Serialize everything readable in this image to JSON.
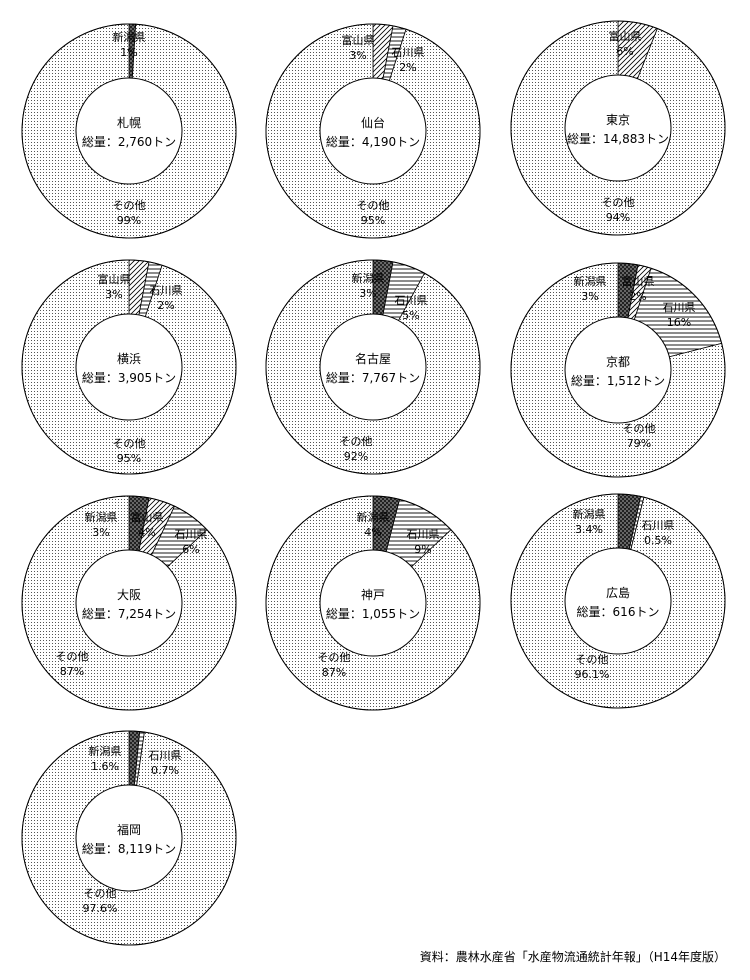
{
  "source_note": "資料：農林水産省「水産物流通統計年報」（H14年度版）",
  "chart_data": [
    {
      "type": "pie",
      "title": "札幌",
      "total": "総量：2,760トン",
      "slices": [
        {
          "label": "新潟県",
          "value": 1,
          "display": "1%",
          "pattern": "cross"
        },
        {
          "label": "その他",
          "value": 99,
          "display": "99%",
          "pattern": "dots"
        }
      ]
    },
    {
      "type": "pie",
      "title": "仙台",
      "total": "総量：4,190トン",
      "slices": [
        {
          "label": "富山県",
          "value": 3,
          "display": "3%",
          "pattern": "diag"
        },
        {
          "label": "石川県",
          "value": 2,
          "display": "2%",
          "pattern": "horiz"
        },
        {
          "label": "その他",
          "value": 95,
          "display": "95%",
          "pattern": "dots"
        }
      ]
    },
    {
      "type": "pie",
      "title": "東京",
      "total": "総量：14,883トン",
      "slices": [
        {
          "label": "富山県",
          "value": 6,
          "display": "6%",
          "pattern": "diag"
        },
        {
          "label": "その他",
          "value": 94,
          "display": "94%",
          "pattern": "dots"
        }
      ]
    },
    {
      "type": "pie",
      "title": "横浜",
      "total": "総量：3,905トン",
      "slices": [
        {
          "label": "富山県",
          "value": 3,
          "display": "3%",
          "pattern": "diag"
        },
        {
          "label": "石川県",
          "value": 2,
          "display": "2%",
          "pattern": "horiz"
        },
        {
          "label": "その他",
          "value": 95,
          "display": "95%",
          "pattern": "dots"
        }
      ]
    },
    {
      "type": "pie",
      "title": "名古屋",
      "total": "総量：7,767トン",
      "slices": [
        {
          "label": "新潟県",
          "value": 3,
          "display": "3%",
          "pattern": "cross"
        },
        {
          "label": "石川県",
          "value": 5,
          "display": "5%",
          "pattern": "horiz"
        },
        {
          "label": "その他",
          "value": 92,
          "display": "92%",
          "pattern": "dots"
        }
      ]
    },
    {
      "type": "pie",
      "title": "京都",
      "total": "総量：1,512トン",
      "slices": [
        {
          "label": "新潟県",
          "value": 3,
          "display": "3%",
          "pattern": "cross"
        },
        {
          "label": "富山県",
          "value": 2,
          "display": "2%",
          "pattern": "diag"
        },
        {
          "label": "石川県",
          "value": 16,
          "display": "16%",
          "pattern": "horiz"
        },
        {
          "label": "その他",
          "value": 79,
          "display": "79%",
          "pattern": "dots"
        }
      ]
    },
    {
      "type": "pie",
      "title": "大阪",
      "total": "総量：7,254トン",
      "slices": [
        {
          "label": "新潟県",
          "value": 3,
          "display": "3%",
          "pattern": "cross"
        },
        {
          "label": "富山県",
          "value": 4,
          "display": "4%",
          "pattern": "diag"
        },
        {
          "label": "石川県",
          "value": 6,
          "display": "6%",
          "pattern": "horiz"
        },
        {
          "label": "その他",
          "value": 87,
          "display": "87%",
          "pattern": "dots"
        }
      ]
    },
    {
      "type": "pie",
      "title": "神戸",
      "total": "総量：1,055トン",
      "slices": [
        {
          "label": "新潟県",
          "value": 4,
          "display": "4%",
          "pattern": "cross"
        },
        {
          "label": "石川県",
          "value": 9,
          "display": "9%",
          "pattern": "horiz"
        },
        {
          "label": "その他",
          "value": 87,
          "display": "87%",
          "pattern": "dots"
        }
      ]
    },
    {
      "type": "pie",
      "title": "広島",
      "total": "総量：616トン",
      "slices": [
        {
          "label": "新潟県",
          "value": 3.4,
          "display": "3.4%",
          "pattern": "cross"
        },
        {
          "label": "石川県",
          "value": 0.5,
          "display": "0.5%",
          "pattern": "horiz"
        },
        {
          "label": "その他",
          "value": 96.1,
          "display": "96.1%",
          "pattern": "dots"
        }
      ]
    },
    {
      "type": "pie",
      "title": "福岡",
      "total": "総量：8,119トン",
      "slices": [
        {
          "label": "新潟県",
          "value": 1.6,
          "display": "1.6%",
          "pattern": "cross"
        },
        {
          "label": "石川県",
          "value": 0.7,
          "display": "0.7%",
          "pattern": "horiz"
        },
        {
          "label": "その他",
          "value": 97.6,
          "display": "97.6%",
          "pattern": "dots"
        }
      ]
    }
  ]
}
